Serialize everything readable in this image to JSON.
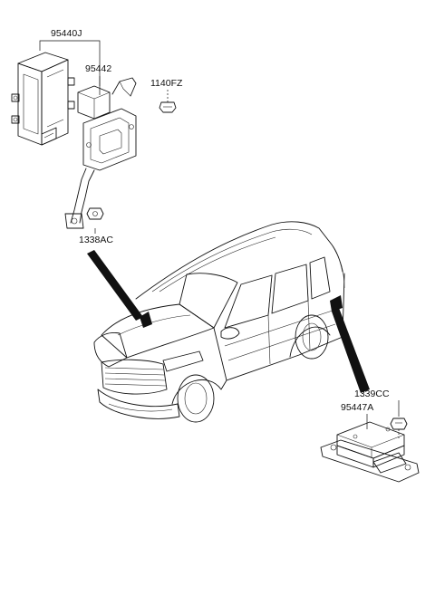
{
  "parts": {
    "ecu_assembly": "95440J",
    "ecu_bracket": "95442",
    "bracket_bolt": "1140FZ",
    "bracket_nut": "1338AC",
    "module": "95447A",
    "module_nut": "1339CC"
  }
}
